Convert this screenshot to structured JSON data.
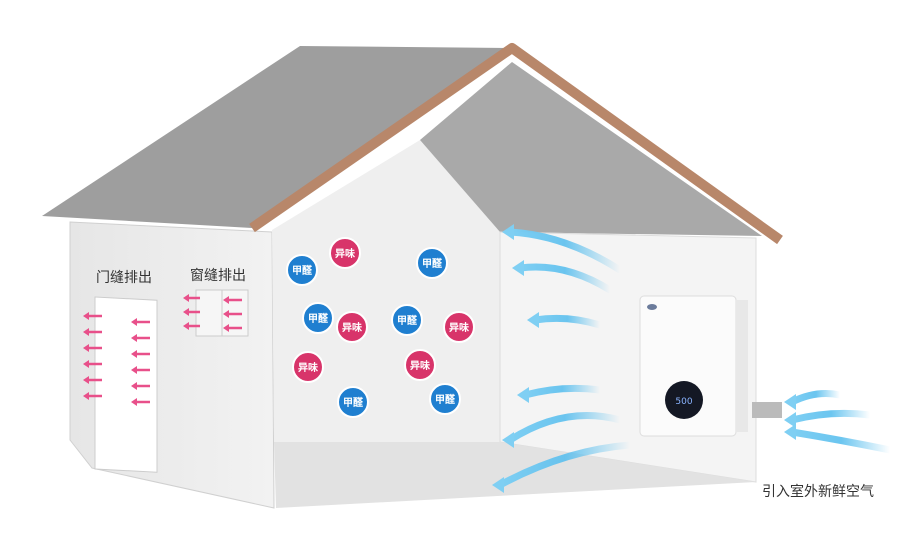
{
  "labels": {
    "door_gap": "门缝排出",
    "window_gap": "窗缝排出",
    "fresh_air": "引入室外新鲜空气"
  },
  "pollutants": {
    "formaldehyde": "甲醛",
    "odor": "异味"
  },
  "device": {
    "display": "500"
  },
  "colors": {
    "formaldehyde": "#1f7fd0",
    "odor": "#d8346a",
    "airflow": "#5bbfee",
    "exhaust": "#e8508a",
    "roof_trim": "#b8876a"
  }
}
